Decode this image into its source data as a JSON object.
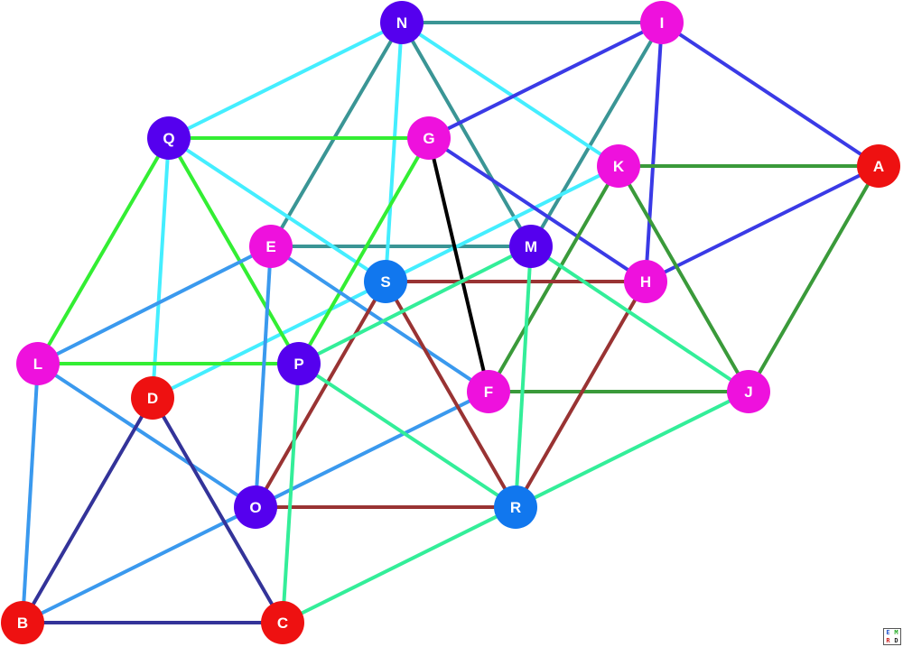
{
  "graph": {
    "nodes": [
      {
        "id": "N",
        "color": "#5500ee"
      },
      {
        "id": "I",
        "color": "#ee11dd"
      },
      {
        "id": "Q",
        "color": "#5500ee"
      },
      {
        "id": "G",
        "color": "#ee11dd"
      },
      {
        "id": "K",
        "color": "#ee11dd"
      },
      {
        "id": "A",
        "color": "#ee1111"
      },
      {
        "id": "E",
        "color": "#ee11dd"
      },
      {
        "id": "M",
        "color": "#5500ee"
      },
      {
        "id": "S",
        "color": "#1177ee"
      },
      {
        "id": "H",
        "color": "#ee11dd"
      },
      {
        "id": "L",
        "color": "#ee11dd"
      },
      {
        "id": "P",
        "color": "#5500ee"
      },
      {
        "id": "D",
        "color": "#ee1111"
      },
      {
        "id": "F",
        "color": "#ee11dd"
      },
      {
        "id": "J",
        "color": "#ee11dd"
      },
      {
        "id": "O",
        "color": "#5500ee"
      },
      {
        "id": "R",
        "color": "#1177ee"
      },
      {
        "id": "B",
        "color": "#ee1111"
      },
      {
        "id": "C",
        "color": "#ee1111"
      }
    ],
    "edges": [
      {
        "from": "N",
        "to": "I",
        "color": "#3a9595"
      },
      {
        "from": "N",
        "to": "E",
        "color": "#3a9595"
      },
      {
        "from": "N",
        "to": "M",
        "color": "#3a9595"
      },
      {
        "from": "I",
        "to": "M",
        "color": "#3a9595"
      },
      {
        "from": "E",
        "to": "M",
        "color": "#3a9595"
      },
      {
        "from": "N",
        "to": "Q",
        "color": "#44eeff"
      },
      {
        "from": "N",
        "to": "S",
        "color": "#44eeff"
      },
      {
        "from": "N",
        "to": "K",
        "color": "#44eeff"
      },
      {
        "from": "Q",
        "to": "S",
        "color": "#44eeff"
      },
      {
        "from": "Q",
        "to": "D",
        "color": "#44eeff"
      },
      {
        "from": "K",
        "to": "D",
        "color": "#44eeff"
      },
      {
        "from": "I",
        "to": "G",
        "color": "#3a3ae6"
      },
      {
        "from": "I",
        "to": "A",
        "color": "#3a3ae6"
      },
      {
        "from": "I",
        "to": "H",
        "color": "#3a3ae6"
      },
      {
        "from": "G",
        "to": "H",
        "color": "#3a3ae6"
      },
      {
        "from": "H",
        "to": "A",
        "color": "#3a3ae6"
      },
      {
        "from": "Q",
        "to": "G",
        "color": "#33ee33"
      },
      {
        "from": "Q",
        "to": "L",
        "color": "#33ee33"
      },
      {
        "from": "Q",
        "to": "P",
        "color": "#33ee33"
      },
      {
        "from": "G",
        "to": "P",
        "color": "#33ee33"
      },
      {
        "from": "L",
        "to": "P",
        "color": "#33ee33"
      },
      {
        "from": "G",
        "to": "F",
        "color": "#000000"
      },
      {
        "from": "K",
        "to": "A",
        "color": "#3a9a3a"
      },
      {
        "from": "K",
        "to": "F",
        "color": "#3a9a3a"
      },
      {
        "from": "K",
        "to": "J",
        "color": "#3a9a3a"
      },
      {
        "from": "A",
        "to": "J",
        "color": "#3a9a3a"
      },
      {
        "from": "F",
        "to": "J",
        "color": "#3a9a3a"
      },
      {
        "from": "E",
        "to": "L",
        "color": "#3a99ee"
      },
      {
        "from": "E",
        "to": "O",
        "color": "#3a99ee"
      },
      {
        "from": "E",
        "to": "F",
        "color": "#3a99ee"
      },
      {
        "from": "L",
        "to": "O",
        "color": "#3a99ee"
      },
      {
        "from": "L",
        "to": "B",
        "color": "#3a99ee"
      },
      {
        "from": "F",
        "to": "B",
        "color": "#3a99ee"
      },
      {
        "from": "S",
        "to": "H",
        "color": "#993333"
      },
      {
        "from": "S",
        "to": "O",
        "color": "#993333"
      },
      {
        "from": "S",
        "to": "R",
        "color": "#993333"
      },
      {
        "from": "H",
        "to": "R",
        "color": "#993333"
      },
      {
        "from": "O",
        "to": "R",
        "color": "#993333"
      },
      {
        "from": "M",
        "to": "P",
        "color": "#33ee99"
      },
      {
        "from": "M",
        "to": "R",
        "color": "#33ee99"
      },
      {
        "from": "M",
        "to": "J",
        "color": "#33ee99"
      },
      {
        "from": "P",
        "to": "R",
        "color": "#33ee99"
      },
      {
        "from": "P",
        "to": "C",
        "color": "#33ee99"
      },
      {
        "from": "J",
        "to": "C",
        "color": "#33ee99"
      },
      {
        "from": "D",
        "to": "B",
        "color": "#333399"
      },
      {
        "from": "D",
        "to": "C",
        "color": "#333399"
      },
      {
        "from": "B",
        "to": "C",
        "color": "#333399"
      }
    ]
  },
  "logo": {
    "cells": [
      "E",
      "M",
      "R",
      "D"
    ]
  }
}
